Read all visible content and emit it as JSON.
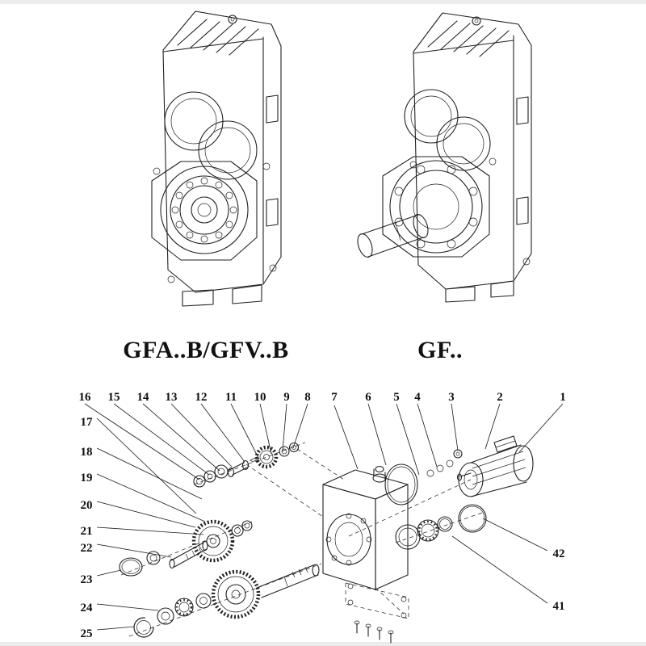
{
  "page": {
    "background": "#ffffff",
    "line_color": "#222222"
  },
  "models": [
    {
      "label": "GFA..B/GFV..B"
    },
    {
      "label": "GF.."
    }
  ],
  "parts": {
    "top_row": [
      "16",
      "15",
      "14",
      "13",
      "12",
      "11",
      "10",
      "9",
      "8",
      "7",
      "6",
      "5",
      "4",
      "3",
      "2",
      "1"
    ],
    "left_col": [
      "17",
      "18",
      "19",
      "20",
      "21",
      "22",
      "23",
      "24",
      "25"
    ],
    "right_col": [
      "42",
      "41"
    ]
  }
}
